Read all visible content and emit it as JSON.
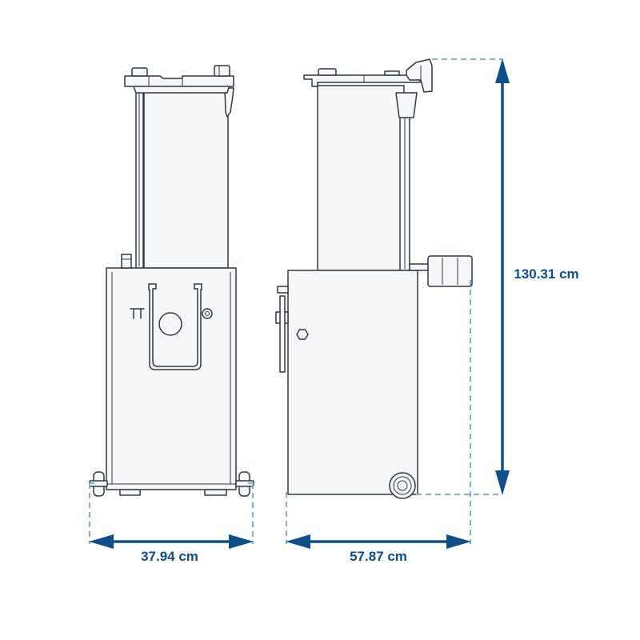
{
  "dimensions": {
    "width": "37.94 cm",
    "depth": "57.87 cm",
    "height": "130.31 cm"
  },
  "colors": {
    "outline": "#2e3a46",
    "fill": "#f4f6f8",
    "dimension_arrow": "#0d4e8b",
    "extension_line": "#80b1d9"
  }
}
